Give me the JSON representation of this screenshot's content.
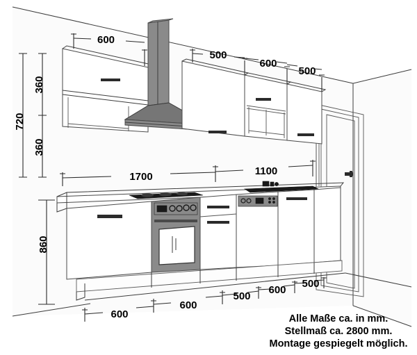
{
  "drawing": {
    "title": "Kitchen elevation technical drawing",
    "units_note_lines": [
      "Alle Maße ca. in mm.",
      "Stellmaß ca. 2800 mm.",
      "Montage gespiegelt möglich."
    ],
    "colors": {
      "background": "#ffffff",
      "line": "#3c3c3c",
      "dimension_line": "#2a2a2a",
      "appliance_grey": "#8a8a8a",
      "appliance_dark": "#1a1a1a",
      "text": "#000000"
    }
  },
  "dimensions": {
    "wall_top_left": {
      "label": "600"
    },
    "vertical_left": {
      "total": "720",
      "upper_segment": "360",
      "lower_segment": "360",
      "worktop_height": "860"
    },
    "wall_top_right": [
      {
        "label": "500"
      },
      {
        "label": "600"
      },
      {
        "label": "500"
      }
    ],
    "worktop_run": [
      {
        "label": "1700"
      },
      {
        "label": "1100"
      }
    ],
    "base_chain": [
      {
        "label": "600"
      },
      {
        "label": "600"
      },
      {
        "label": "500"
      },
      {
        "label": "600"
      },
      {
        "label": "500"
      }
    ]
  },
  "elements": {
    "range_hood": "range-hood",
    "oven": "built-in-oven",
    "hob": "cooktop",
    "sink": "sink-with-faucet",
    "dishwasher": "dishwasher",
    "door": "room-door",
    "wall_cabinet_left": "wall-cabinet-600",
    "wall_cabinet_right": "wall-cabinet-500",
    "open_shelf": "open-shelf-unit"
  }
}
